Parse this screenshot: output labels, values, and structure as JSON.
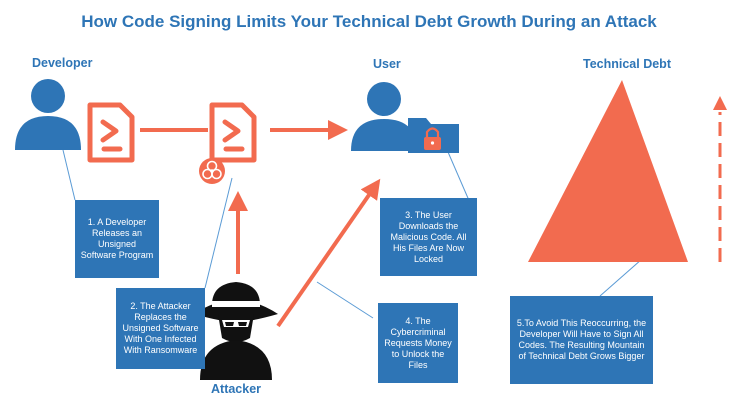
{
  "title": "How Code Signing Limits Your Technical Debt Growth During an Attack",
  "roles": {
    "developer": "Developer",
    "user": "User",
    "technical_debt": "Technical Debt",
    "attacker": "Attacker"
  },
  "steps": [
    "1. A Developer Releases an Unsigned Software Program",
    "2. The Attacker Replaces the Unsigned Software With One Infected With Ransomware",
    "3. The User Downloads the Malicious Code. All His Files Are Now Locked",
    "4. The Cybercriminal Requests Money to Unlock the Files",
    "5.To Avoid This Reoccurring, the Developer Will Have to Sign All Codes. The Resulting Mountain of Technical Debt Grows Bigger"
  ],
  "icons": {
    "developer": "person-icon",
    "user": "person-icon",
    "attacker": "hacker-icon",
    "file": "powershell-file-icon",
    "infected_file": "biohazard-file-icon",
    "locked_folder": "locked-folder-icon",
    "debt": "mountain-triangle"
  },
  "colors": {
    "primary": "#2e75b6",
    "accent": "#f26b4f",
    "attacker": "#111111"
  }
}
